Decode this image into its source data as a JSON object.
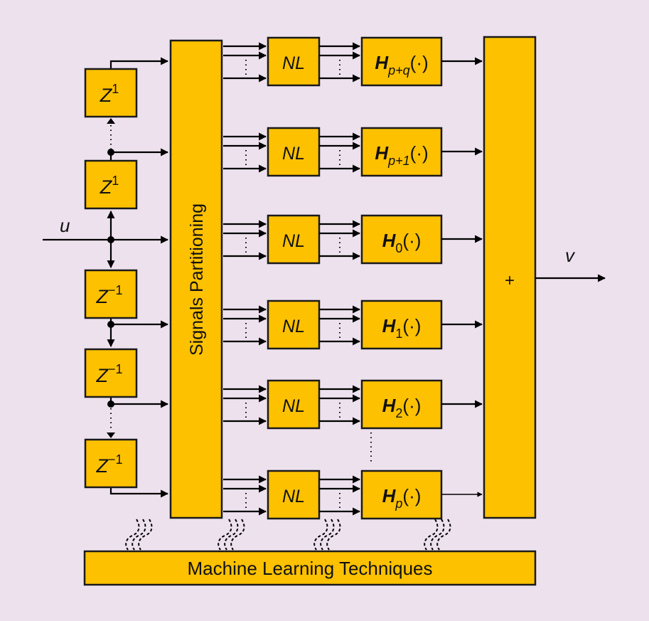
{
  "colors": {
    "background": "#ede1ee",
    "block_fill": "#fec100",
    "stroke": "#1a1a1a"
  },
  "input": {
    "label": "u"
  },
  "output": {
    "label": "v"
  },
  "delay_blocks": [
    {
      "base": "Z",
      "exp": "1"
    },
    {
      "base": "Z",
      "exp": "1"
    },
    {
      "base": "Z",
      "exp": "−1"
    },
    {
      "base": "Z",
      "exp": "−1"
    },
    {
      "base": "Z",
      "exp": "−1"
    }
  ],
  "partition_block": {
    "label": "Signals Partitioning"
  },
  "branches": [
    {
      "nl_label": "NL",
      "h_base": "H",
      "h_sub": "p+q",
      "h_arg": "(·)"
    },
    {
      "nl_label": "NL",
      "h_base": "H",
      "h_sub": "p+1",
      "h_arg": "(·)"
    },
    {
      "nl_label": "NL",
      "h_base": "H",
      "h_sub": "0",
      "h_arg": "(·)"
    },
    {
      "nl_label": "NL",
      "h_base": "H",
      "h_sub": "1",
      "h_arg": "(·)"
    },
    {
      "nl_label": "NL",
      "h_base": "H",
      "h_sub": "2",
      "h_arg": "(·)"
    },
    {
      "nl_label": "NL",
      "h_base": "H",
      "h_sub": "p",
      "h_arg": "(·)"
    }
  ],
  "sum_block": {
    "label": "+"
  },
  "ml_block": {
    "label": "Machine Learning Techniques"
  }
}
